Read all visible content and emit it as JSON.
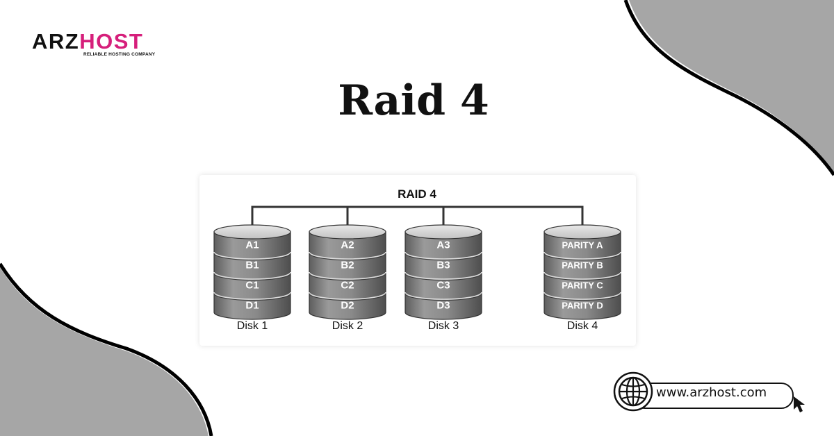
{
  "brand": {
    "name_part1": "ARZ",
    "name_part2": "HOST",
    "tagline": "RELIABLE HOSTING COMPANY",
    "accent_color": "#d61f7b"
  },
  "title": "Raid 4",
  "diagram": {
    "heading": "RAID 4",
    "disks": [
      {
        "label": "Disk 1",
        "blocks": [
          "A1",
          "B1",
          "C1",
          "D1"
        ]
      },
      {
        "label": "Disk 2",
        "blocks": [
          "A2",
          "B2",
          "C2",
          "D2"
        ]
      },
      {
        "label": "Disk 3",
        "blocks": [
          "A3",
          "B3",
          "C3",
          "D3"
        ]
      },
      {
        "label": "Disk 4",
        "blocks": [
          "PARITY A",
          "PARITY B",
          "PARITY C",
          "PARITY D"
        ]
      }
    ]
  },
  "website": {
    "url": "www.arzhost.com",
    "icon": "globe-icon",
    "pointer_icon": "cursor-icon"
  },
  "colors": {
    "background": "#ffffff",
    "shape_fill": "#a6a6a6",
    "shape_stroke": "#000000"
  }
}
